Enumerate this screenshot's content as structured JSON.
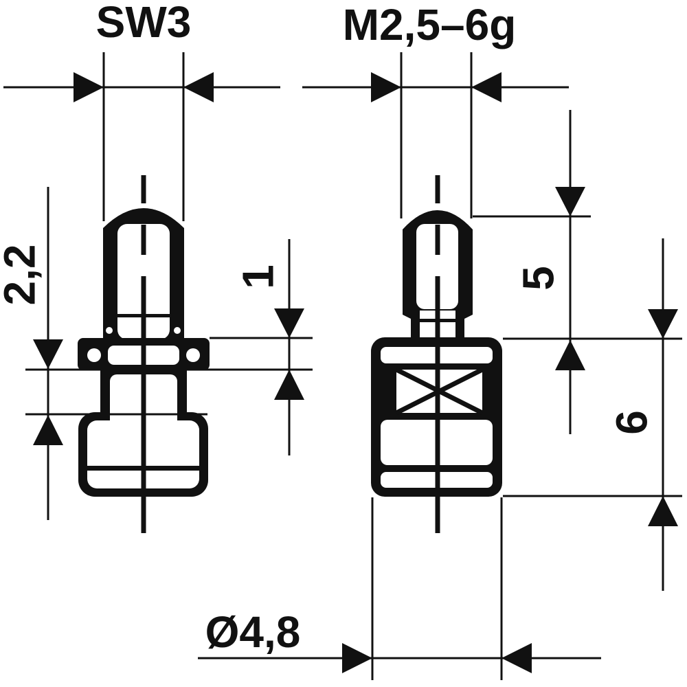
{
  "drawing": {
    "title": "measuring-tip technical drawing, two side views with dimensions",
    "colors": {
      "ink": "#111111",
      "background": "#ffffff"
    },
    "labels": {
      "sw3": "SW3",
      "thread": "M2,5–6g",
      "dim22": "2,2",
      "dim1": "1",
      "dim5": "5",
      "dim6": "6",
      "dia48": "Ø4,8"
    }
  }
}
